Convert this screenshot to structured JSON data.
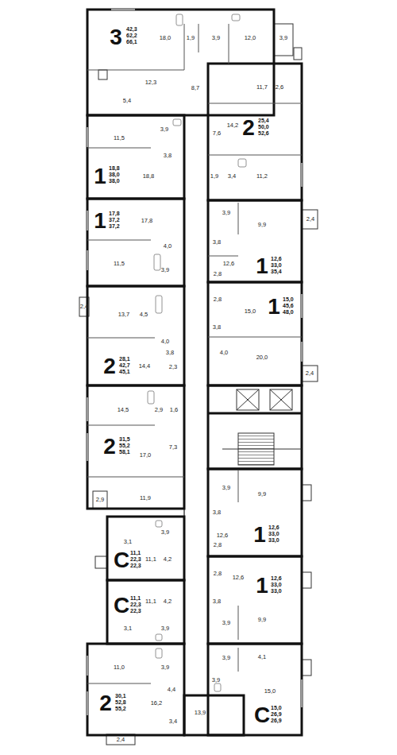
{
  "diagram": {
    "nodes": [
      {
        "text": [
          "3",
          "42,3 62,2 66,1"
        ]
      },
      {
        "text": [
          "2",
          "25,4 50,0 52,6"
        ]
      },
      {
        "text": [
          "1",
          "18,8 38,0 38,0"
        ]
      },
      {
        "text": [
          "1",
          "17,8 37,2 37,2"
        ]
      },
      {
        "text": [
          "1",
          "12,6 33,0 35,4"
        ]
      },
      {
        "text": [
          "1",
          "15,0 45,6 48,0"
        ]
      },
      {
        "text": [
          "2",
          "28,1 42,7 45,1"
        ]
      },
      {
        "text": [
          "2",
          "31,5 55,2 58,1"
        ]
      },
      {
        "text": [
          "1",
          "12,6 33,0 33,0"
        ]
      },
      {
        "text": [
          "С",
          "11,1 22,3 22,3"
        ]
      },
      {
        "text": [
          "1",
          "12,6 33,0 33,0"
        ]
      },
      {
        "text": [
          "С",
          "11,1 22,3 22,3"
        ]
      },
      {
        "text": [
          "2",
          "30,1 52,8 55,2"
        ]
      },
      {
        "text": [
          "С",
          "15,0 26,9 26,9"
        ]
      }
    ],
    "labels": [
      "18,0",
      "1,9",
      "3,9",
      "12,0",
      "3,9",
      "12,3",
      "5,4",
      "8,7",
      "11,7",
      "2,6",
      "14,2",
      "7,6",
      "11,5",
      "3,9",
      "3,8",
      "18,8",
      "1,9",
      "3,4",
      "11,2",
      "17,8",
      "3,9",
      "9,9",
      "2,4",
      "4,0",
      "3,8",
      "11,5",
      "3,9",
      "12,6",
      "2,8",
      "2,8",
      "15,0",
      "3,8",
      "4,0",
      "20,0",
      "2,4",
      "2,4",
      "13,7",
      "4,5",
      "4,0",
      "3,8",
      "14,4",
      "2,3",
      "14,5",
      "2,9",
      "1,6",
      "17,0",
      "7,3",
      "2,9",
      "11,9",
      "3,9",
      "9,9",
      "3,8",
      "12,6",
      "2,8",
      "3,1",
      "3,9",
      "11,1",
      "4,2",
      "2,8",
      "12,6",
      "3,8",
      "9,9",
      "3,9",
      "11,1",
      "4,2",
      "3,1",
      "3,9",
      "11,0",
      "3,9",
      "4,4",
      "16,2",
      "3,4",
      "2,4",
      "3,9",
      "4,1",
      "3,9",
      "15,0",
      "13,9"
    ]
  }
}
